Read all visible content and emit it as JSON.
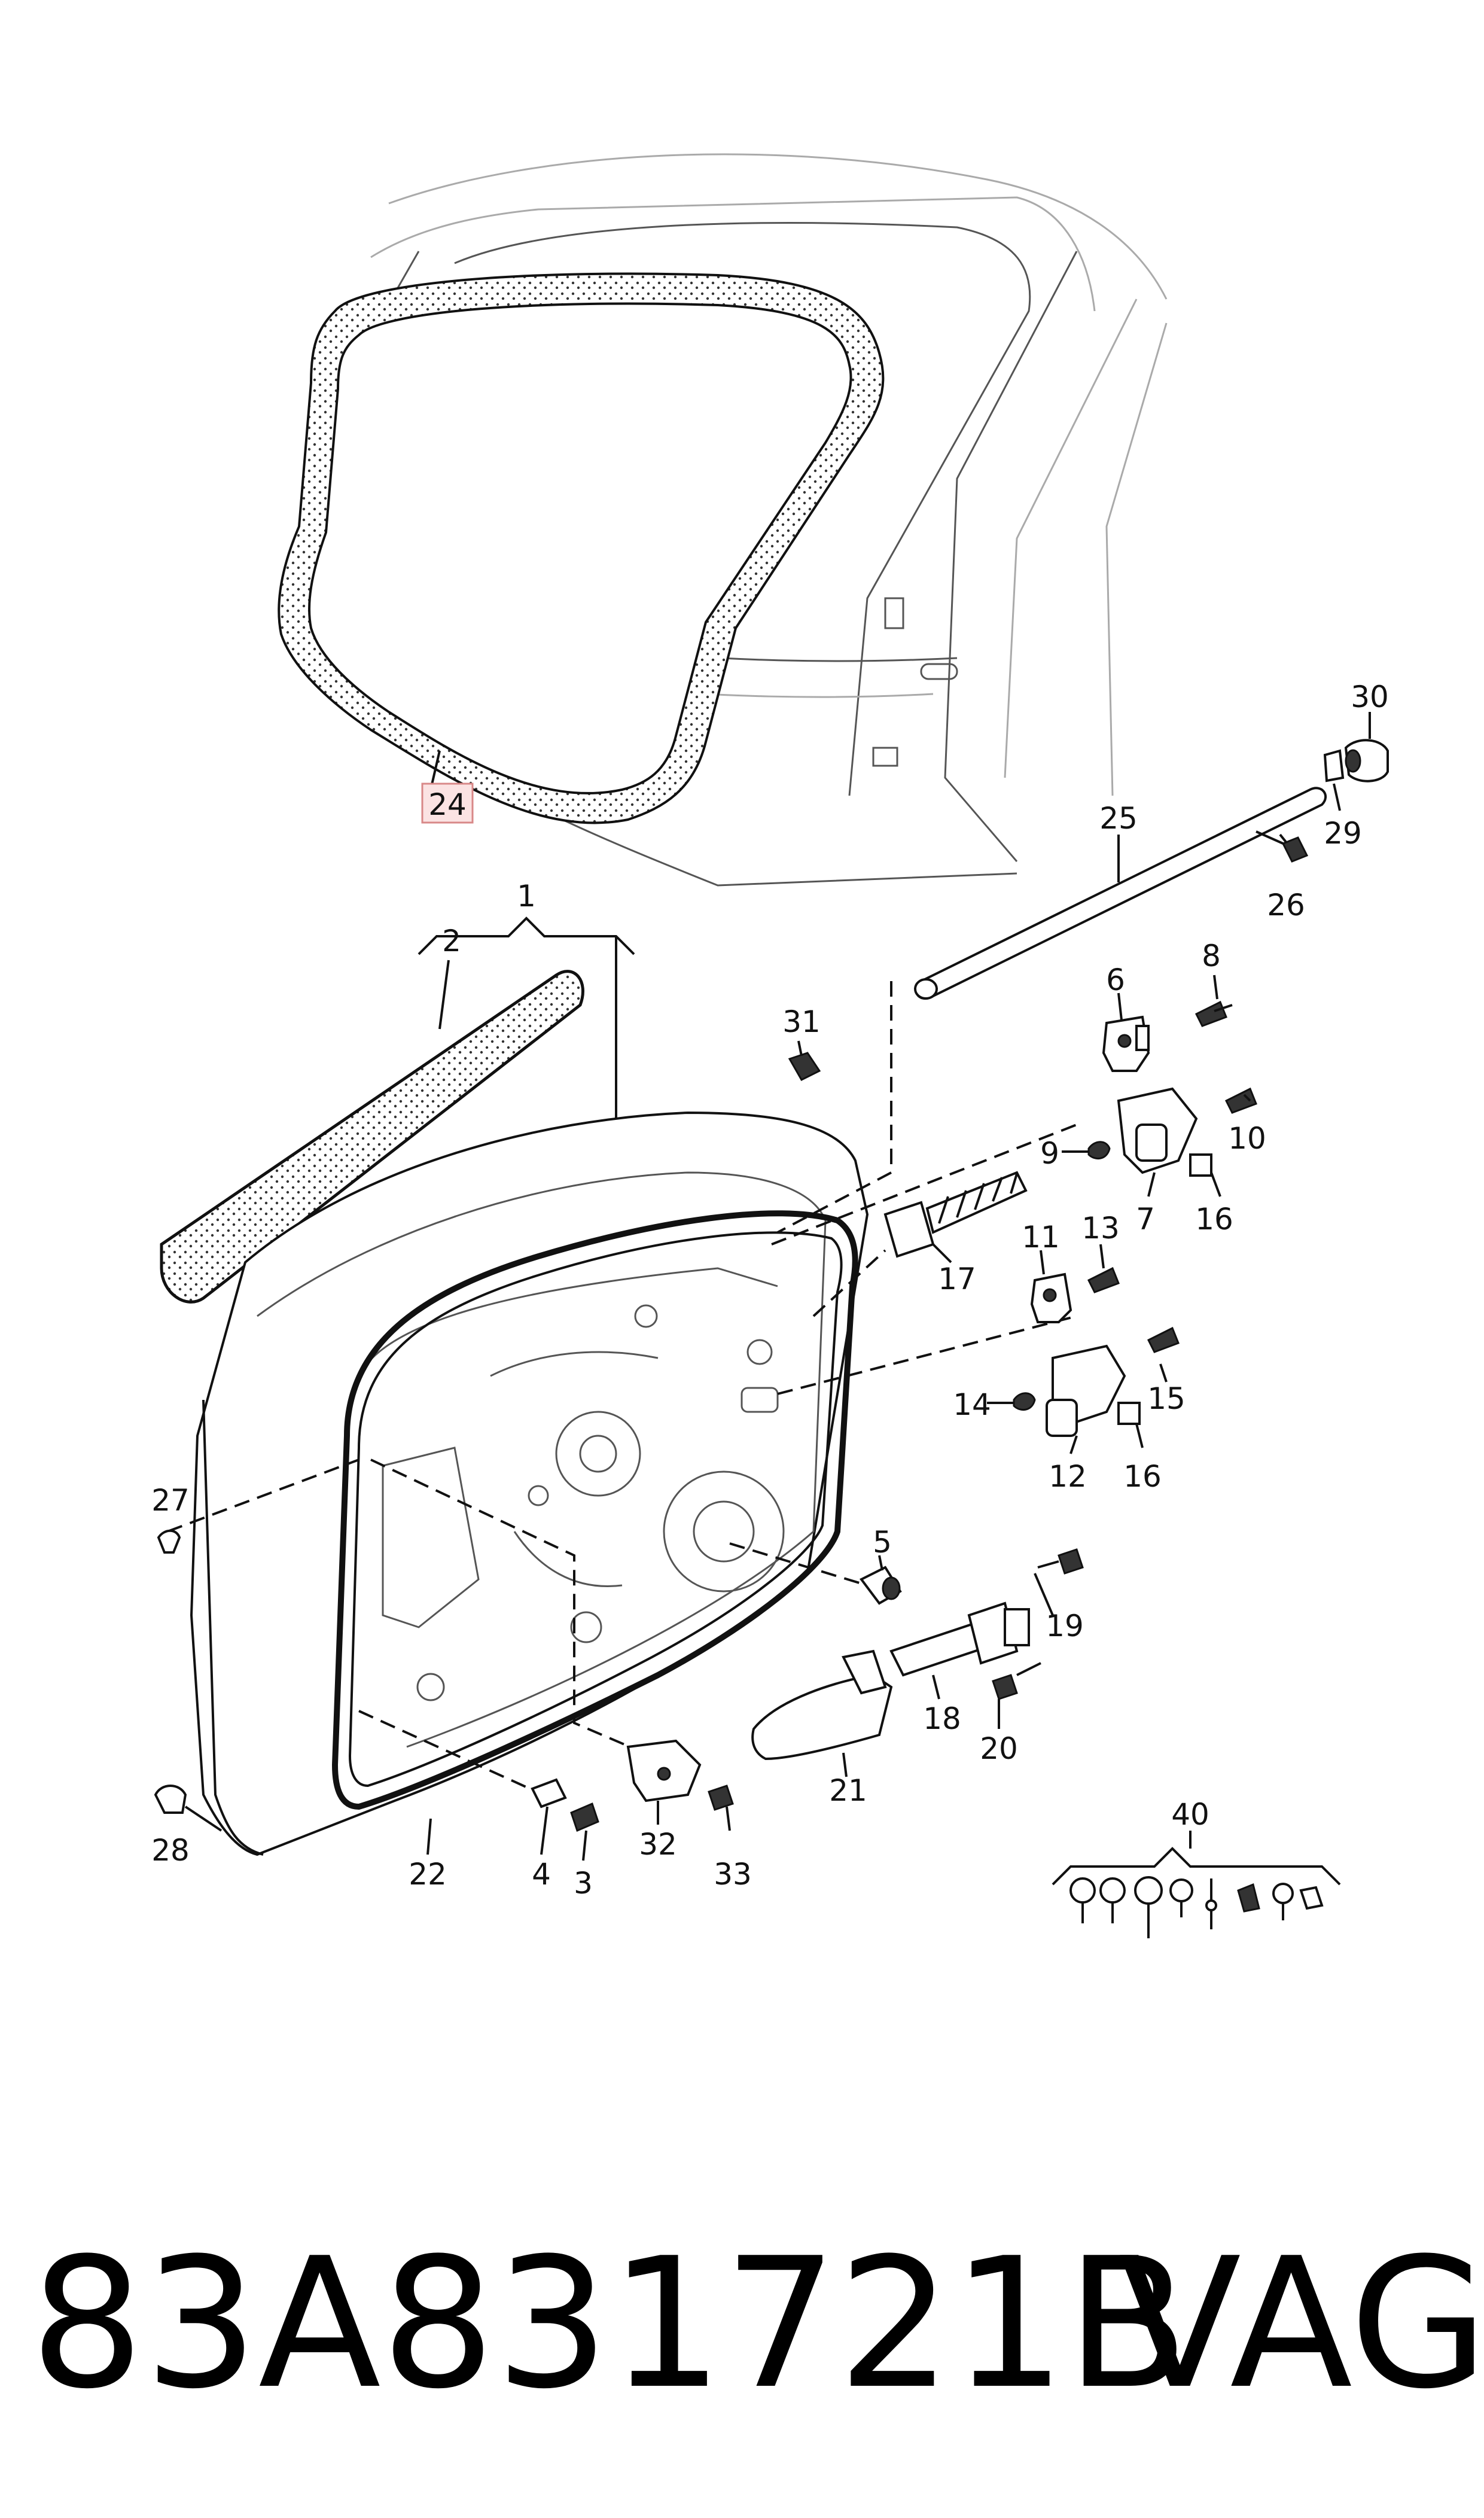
{
  "callouts": [
    "1",
    "2",
    "3",
    "4",
    "5",
    "6",
    "7",
    "8",
    "9",
    "10",
    "11",
    "12",
    "13",
    "14",
    "15",
    "16",
    "16",
    "17",
    "18",
    "19",
    "20",
    "21",
    "22",
    "24",
    "25",
    "26",
    "27",
    "28",
    "29",
    "30",
    "31",
    "32",
    "33",
    "40"
  ],
  "highlighted_callout": "24",
  "colors": {
    "line": "#111111",
    "highlight_fill": "#fbe3e3",
    "highlight_stroke": "#d88888",
    "seal_fill": "#ffffff"
  },
  "footer": {
    "part_number": "83A831721B",
    "brand": "VAG"
  }
}
